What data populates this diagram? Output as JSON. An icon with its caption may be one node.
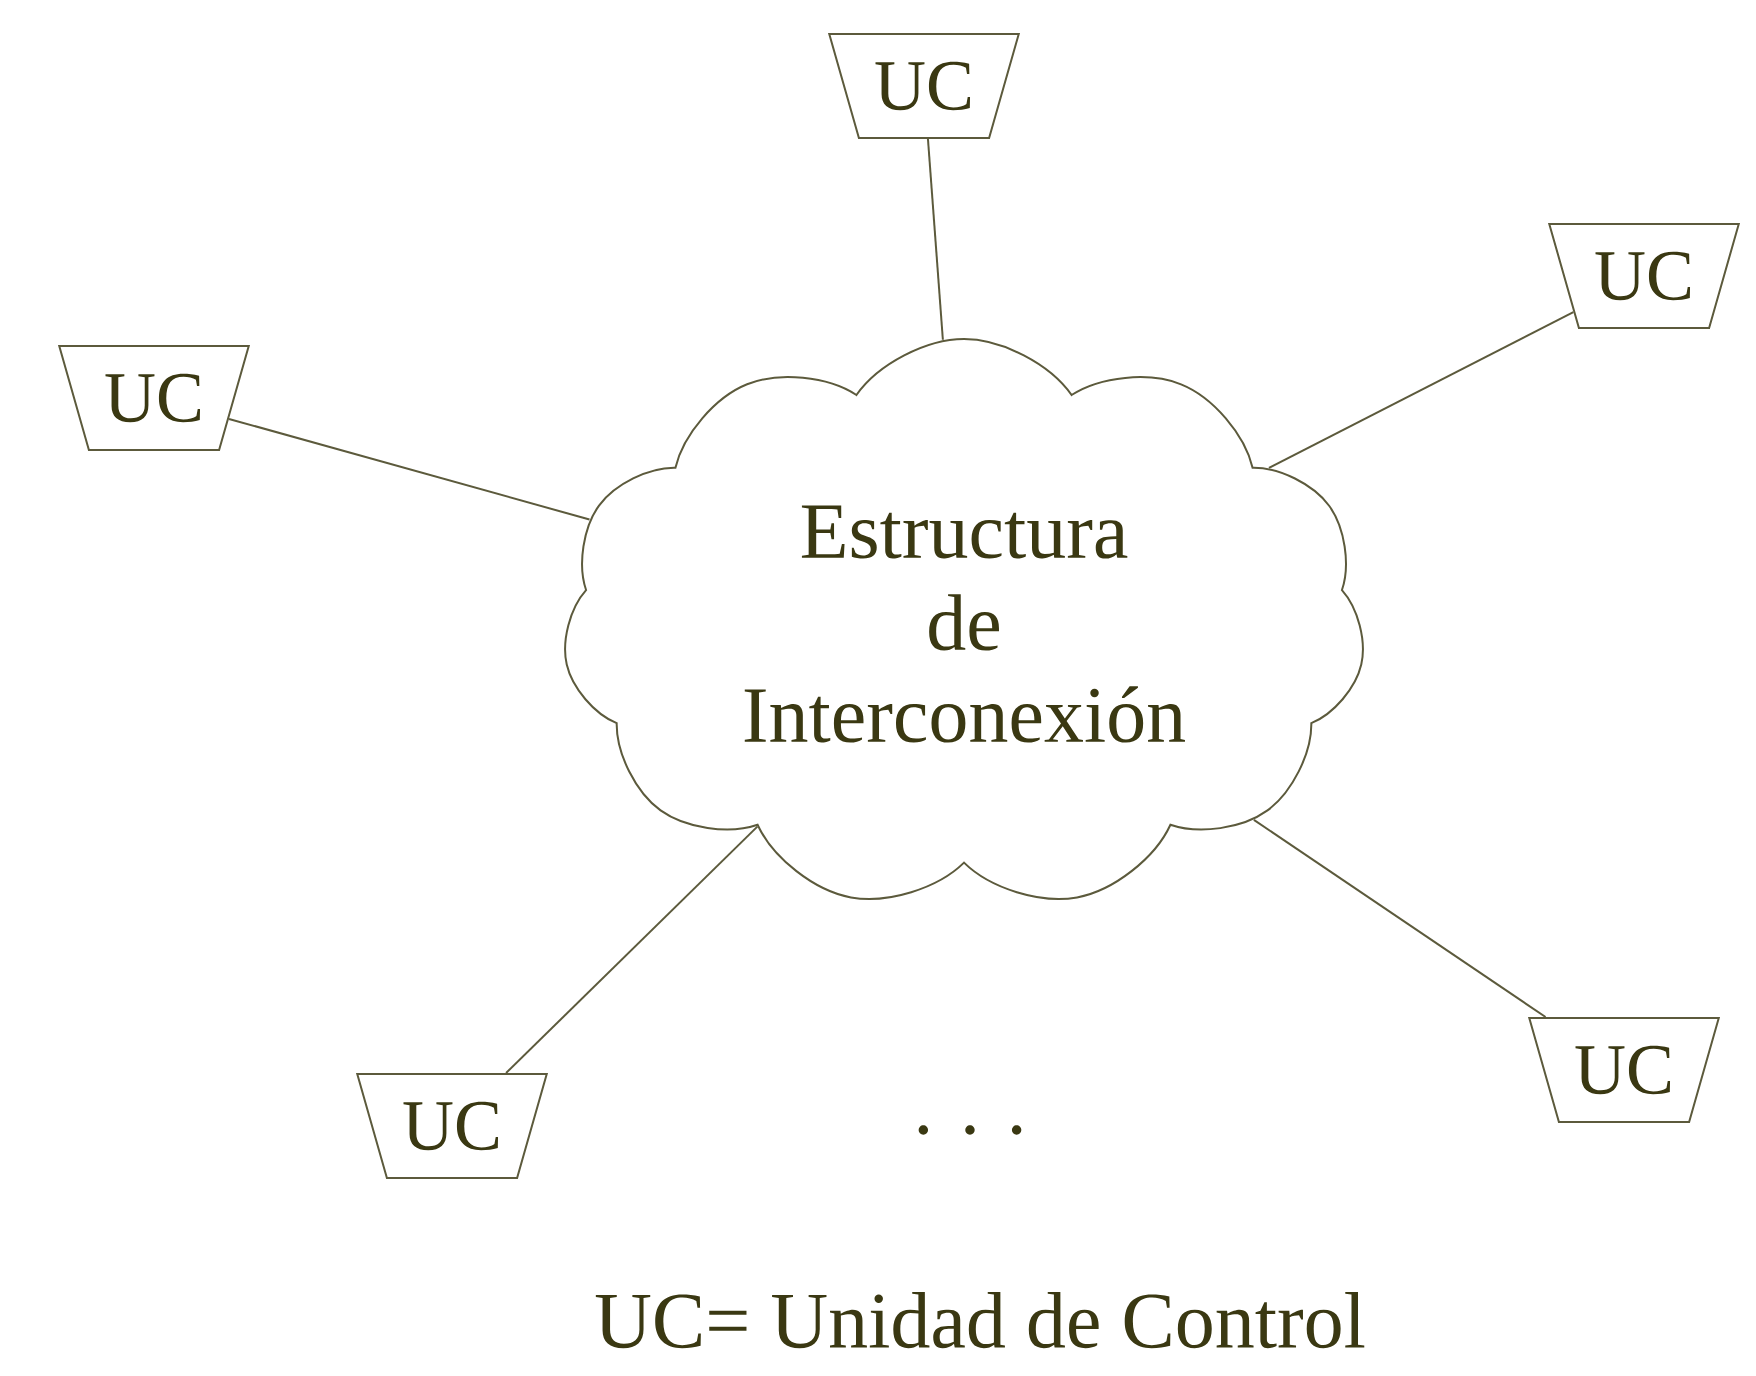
{
  "diagram": {
    "nodes": [
      {
        "text": [
          "Estructura de Interconexión"
        ]
      },
      {
        "text": [
          "UC"
        ]
      },
      {
        "text": [
          "UC"
        ]
      },
      {
        "text": [
          "UC"
        ]
      },
      {
        "text": [
          "UC"
        ]
      },
      {
        "text": [
          "UC"
        ]
      }
    ],
    "edges": [
      {
        "from": 0,
        "to": 1,
        "arrow": "none"
      },
      {
        "from": 0,
        "to": 2,
        "arrow": "none"
      },
      {
        "from": 0,
        "to": 3,
        "arrow": "none"
      },
      {
        "from": 0,
        "to": 4,
        "arrow": "none"
      },
      {
        "from": 0,
        "to": 5,
        "arrow": "none"
      }
    ],
    "labels": [
      ". . .",
      "UC= Unidad de Control"
    ]
  }
}
